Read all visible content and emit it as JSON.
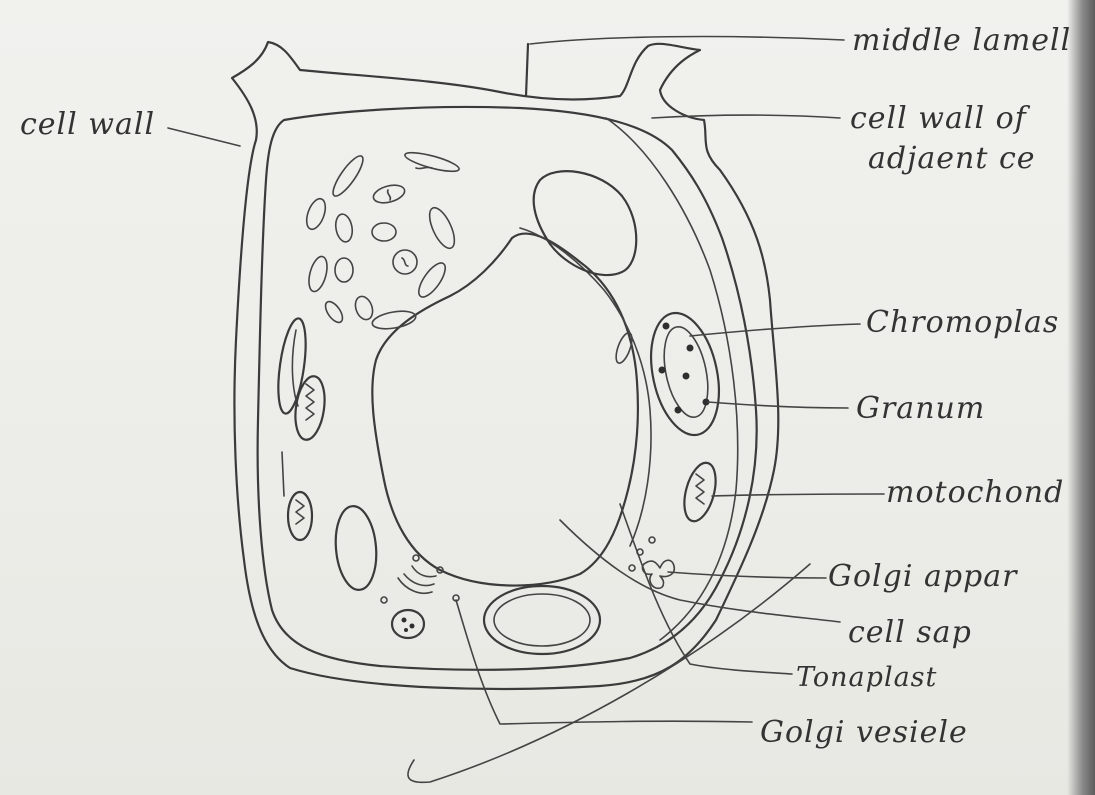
{
  "diagram": {
    "labels": {
      "cell_wall": "cell wall",
      "middle_lamella": "middle lamell",
      "cell_wall_adjacent_line1": "cell wall of",
      "cell_wall_adjacent_line2": "adjaent ce",
      "chromoplast": "Chromoplas",
      "granum": "Granum",
      "mitochondria": "motochond",
      "golgi_apparatus": "Golgi appar",
      "cell_sap": "cell sap",
      "tonoplast": "Tonaplast",
      "golgi_vesicle": "Golgi vesiele"
    },
    "colors": {
      "paper": "#eeeeea",
      "ink": "#3b3b3b"
    }
  }
}
